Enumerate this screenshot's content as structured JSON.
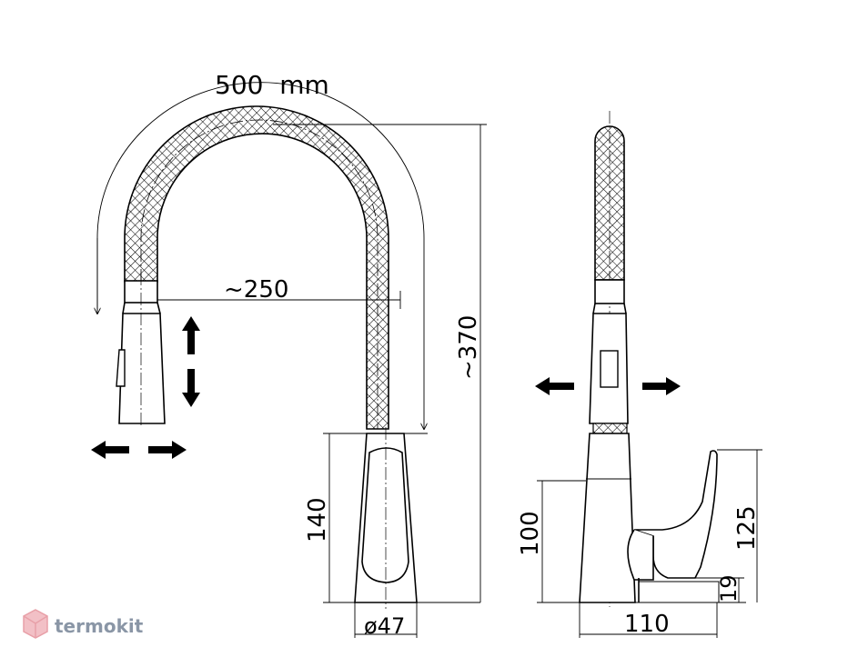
{
  "dimensions": {
    "arc_length": "500  mm",
    "spout_reach": "~250",
    "total_height": "~370",
    "body_height": "140",
    "base_diameter": "ø47",
    "side_height": "100",
    "handle_height": "125",
    "handle_offset": "19",
    "side_width": "110"
  },
  "logo": {
    "text": "termokit"
  },
  "colors": {
    "line": "#000000",
    "logo_icon": "#e8a0a8",
    "logo_text": "#8a96a6"
  }
}
